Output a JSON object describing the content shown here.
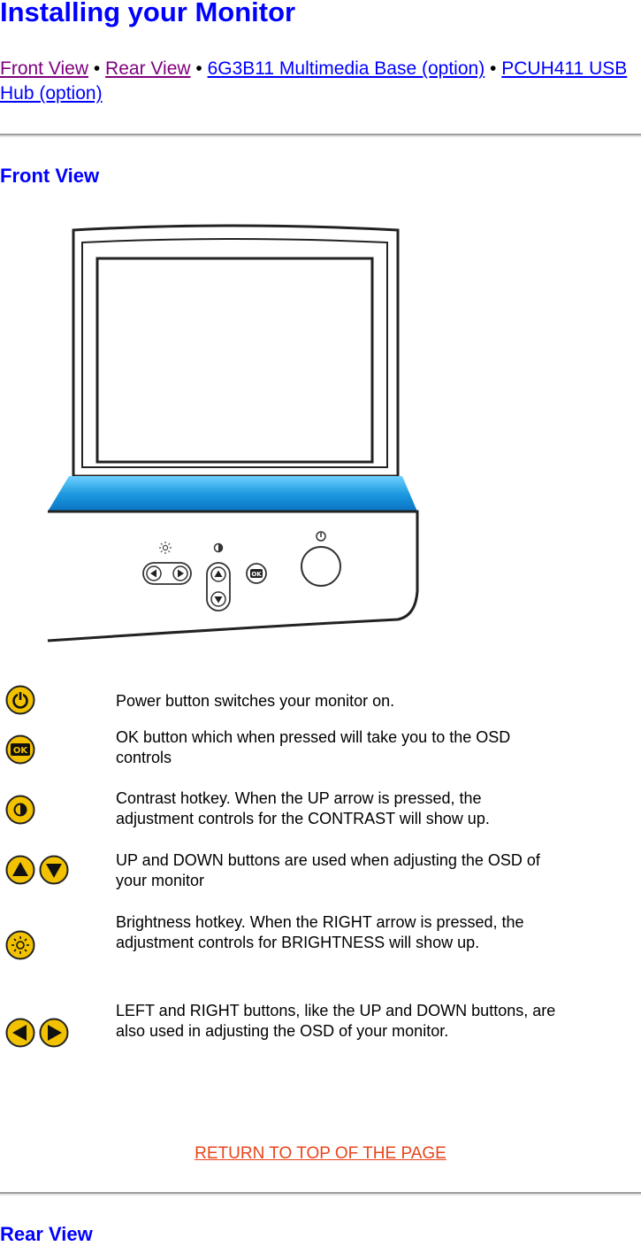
{
  "page": {
    "title": "Installing your Monitor"
  },
  "nav": {
    "links": [
      {
        "label": "Front View",
        "visited": true
      },
      {
        "label": "Rear View",
        "visited": true
      },
      {
        "label": "6G3B11 Multimedia Base (option)",
        "visited": false
      },
      {
        "label": "PCUH411 USB Hub (option)",
        "visited": false
      }
    ],
    "separator": "•"
  },
  "sections": {
    "front_view": "Front View",
    "rear_view": "Rear View"
  },
  "legend": [
    {
      "icon": "power-icon",
      "text": "Power button switches your monitor on."
    },
    {
      "icon": "ok-icon",
      "text": "OK button which when pressed will take you to the OSD controls"
    },
    {
      "icon": "contrast-icon",
      "text": "Contrast hotkey. When the UP arrow is pressed, the adjustment controls for the CONTRAST will show up."
    },
    {
      "icon": "up-down-arrows-icon",
      "text": "UP and DOWN buttons are used when adjusting the OSD of your monitor"
    },
    {
      "icon": "brightness-icon",
      "text": "Brightness hotkey. When the RIGHT arrow is pressed, the adjustment controls for BRIGHTNESS will show up."
    },
    {
      "icon": "left-right-arrows-icon",
      "text": "LEFT and RIGHT buttons, like the UP and DOWN buttons, are also used in adjusting the OSD of your monitor."
    }
  ],
  "return_link": "RETURN TO TOP OF THE PAGE",
  "colors": {
    "heading": "#0000ff",
    "visited_link": "#800080",
    "return_link": "#e8451c",
    "icon_fill": "#f2c200",
    "bezel_blue": "#1e9ae0"
  }
}
